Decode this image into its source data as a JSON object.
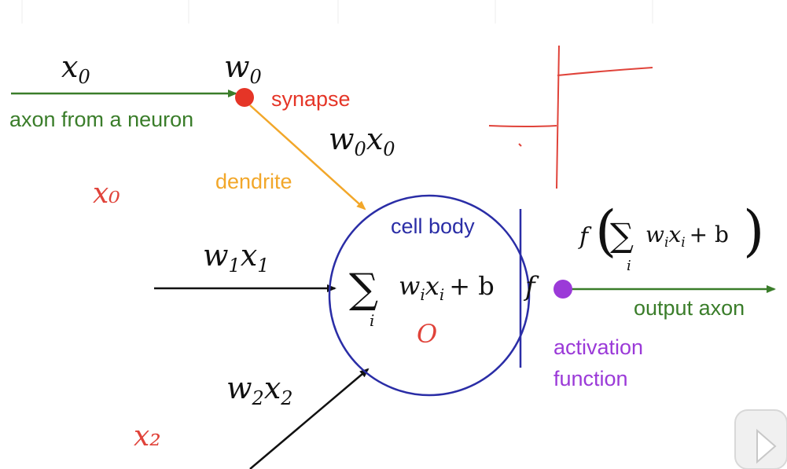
{
  "labels": {
    "x0": "x",
    "x0_sub": "0",
    "w0": "w",
    "w0_sub": "0",
    "w0x0_a": "w",
    "w0x0_a_sub": "0",
    "w0x0_b": "x",
    "w0x0_b_sub": "0",
    "w1x1_a": "w",
    "w1x1_a_sub": "1",
    "w1x1_b": "x",
    "w1x1_b_sub": "1",
    "w2x2_a": "w",
    "w2x2_a_sub": "2",
    "w2x2_b": "x",
    "w2x2_b_sub": "2",
    "synapse": "synapse",
    "axon_from": "axon from a neuron",
    "dendrite": "dendrite",
    "cell_body": "cell body",
    "sum_symbol": "∑",
    "sum_index": "i",
    "sum_expr_w": "w",
    "sum_expr_i1": "i",
    "sum_expr_x": "x",
    "sum_expr_i2": "i",
    "sum_plus_b": "+ b",
    "f_in_cell": "f",
    "output_formula_f": "f",
    "output_formula_sum": "∑",
    "output_formula_index": "i",
    "output_formula_wx": "w",
    "output_formula_wi": "i",
    "output_formula_x": "x",
    "output_formula_xi": "i",
    "output_formula_plus_b": "+ b",
    "output_axon": "output axon",
    "activation_line1": "activation",
    "activation_line2": "function"
  },
  "handwritten": {
    "x_zero": "x₀",
    "x_two": "x₂",
    "zero": "O"
  },
  "colors": {
    "green": "#3a7d2a",
    "red": "#e53527",
    "orange": "#f2a72a",
    "blue": "#2a2da6",
    "purple": "#9b3ad8",
    "black": "#111111",
    "hand_red": "#e0433a"
  },
  "icons": {
    "play_button": "play-icon"
  }
}
